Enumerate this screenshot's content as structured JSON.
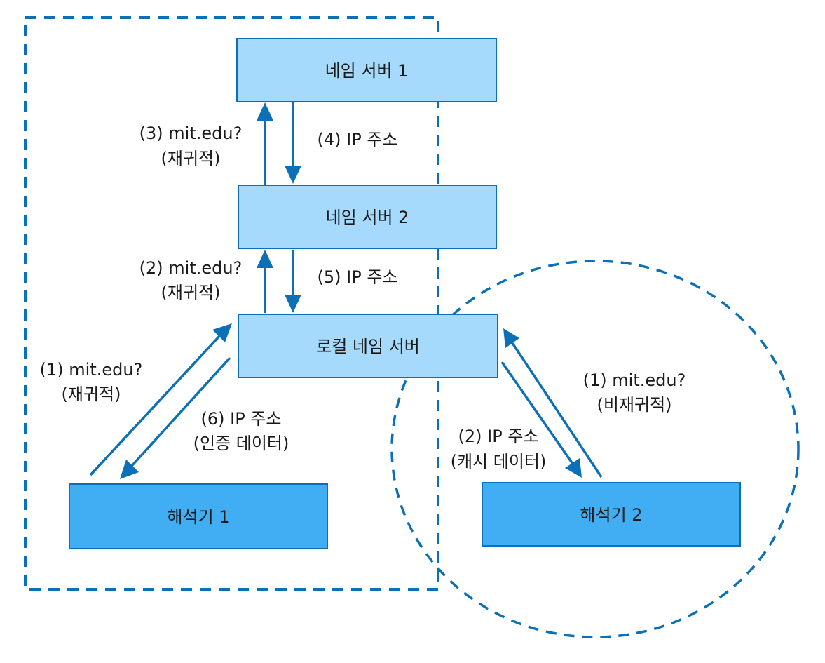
{
  "colors": {
    "box_light": "#a6dafc",
    "box_dark": "#41adf2",
    "stroke": "#0b70b8"
  },
  "nodes": {
    "name_server_1": "네임 서버 1",
    "name_server_2": "네임 서버 2",
    "local_name_server": "로컬 네임 서버",
    "resolver_1": "해석기 1",
    "resolver_2": "해석기 2"
  },
  "labels": {
    "step3_query": "(3) mit.edu?",
    "step3_mode": "(재귀적)",
    "step4_reply": "(4) IP 주소",
    "step2_query": "(2) mit.edu?",
    "step2_mode": "(재귀적)",
    "step5_reply": "(5) IP 주소",
    "step1_query": "(1) mit.edu?",
    "step1_mode": "(재귀적)",
    "step6_reply": "(6) IP 주소",
    "step6_note": "(인증 데이터)",
    "r2_step1_query": "(1) mit.edu?",
    "r2_step1_mode": "(비재귀적)",
    "r2_step2_reply": "(2) IP 주소",
    "r2_step2_note": "(캐시 데이터)"
  }
}
